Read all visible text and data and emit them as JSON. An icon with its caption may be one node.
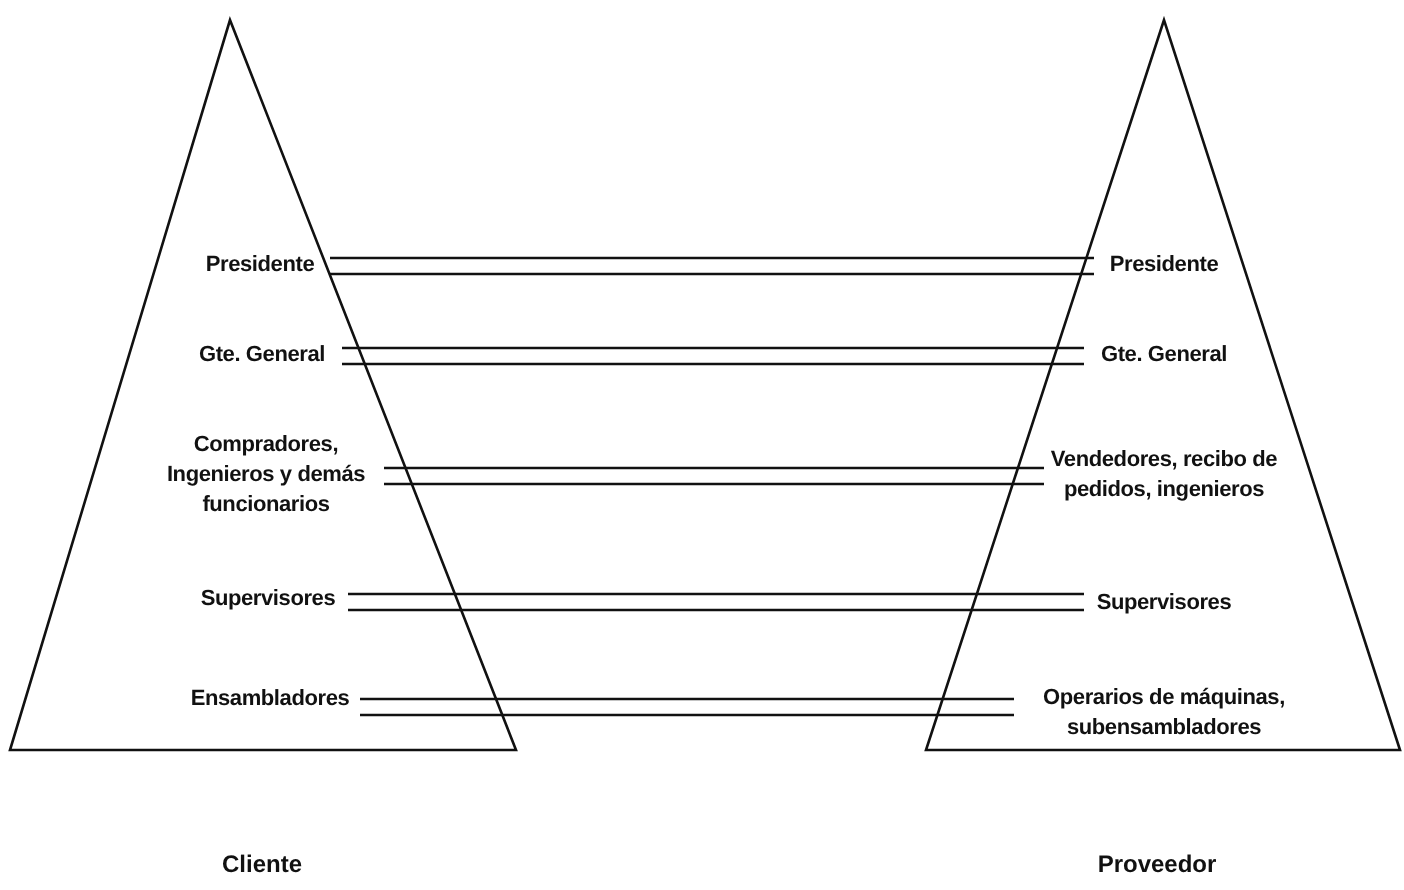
{
  "diagram": {
    "nodes": [
      {
        "text": [
          "Cliente"
        ]
      },
      {
        "text": [
          "Presidente"
        ],
        "in": 0
      },
      {
        "text": [
          "Gte. General"
        ],
        "in": 0
      },
      {
        "text": [
          "Compradores, Ingenieros y demás funcionarios"
        ],
        "in": 0
      },
      {
        "text": [
          "Supervisores"
        ],
        "in": 0
      },
      {
        "text": [
          "Ensambladores"
        ],
        "in": 0
      },
      {
        "text": [
          "Proveedor"
        ]
      },
      {
        "text": [
          "Presidente"
        ],
        "in": 6
      },
      {
        "text": [
          "Gte. General"
        ],
        "in": 6
      },
      {
        "text": [
          "Vendedores, recibo de pedidos, ingenieros"
        ],
        "in": 6
      },
      {
        "text": [
          "Supervisores"
        ],
        "in": 6
      },
      {
        "text": [
          "Operarios de máquinas, subensambladores"
        ],
        "in": 6
      }
    ],
    "edges": [
      {
        "from": 1,
        "to": 7,
        "arrow": "none"
      },
      {
        "from": 2,
        "to": 8,
        "arrow": "none"
      },
      {
        "from": 3,
        "to": 9,
        "arrow": "none"
      },
      {
        "from": 4,
        "to": 10,
        "arrow": "none"
      },
      {
        "from": 5,
        "to": 11,
        "arrow": "none"
      }
    ]
  }
}
